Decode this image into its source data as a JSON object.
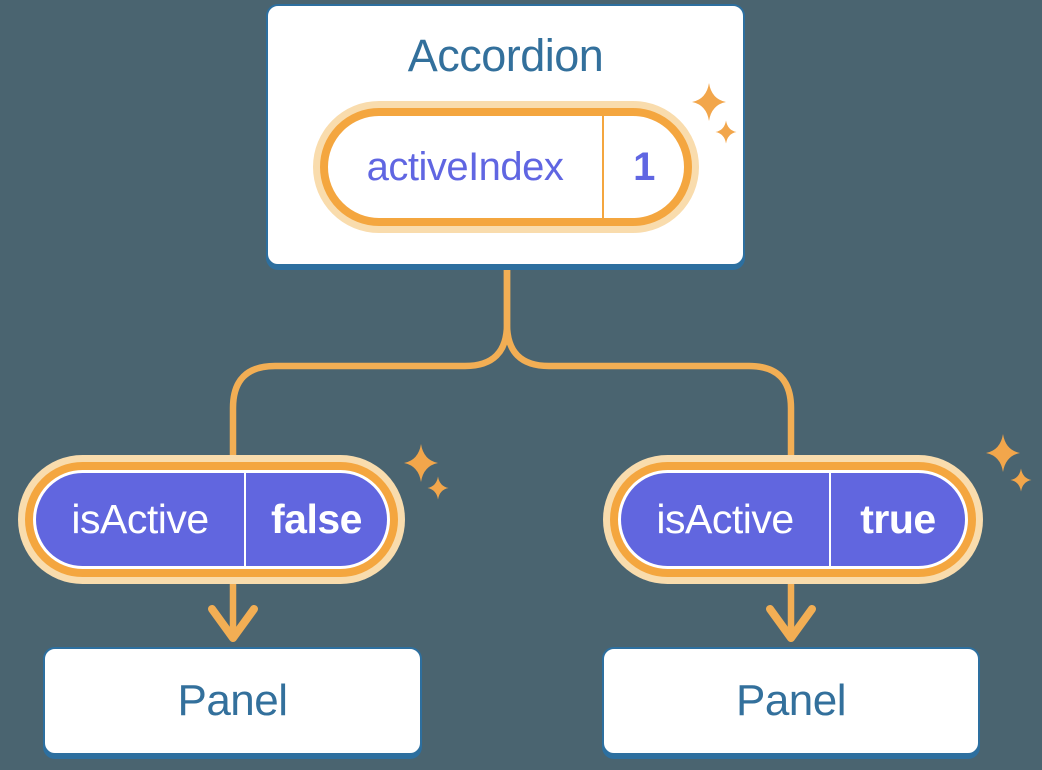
{
  "background": "#4A6470",
  "colors": {
    "canvas_bg": "#4A6470",
    "card_bg": "#FFFFFF",
    "card_border": "#2D6F9F",
    "heading_text": "#33709C",
    "pill_ring": "#F4A63F",
    "pill_halo": "#F9DCAD",
    "connector": "#F2AE54",
    "sparkle": "#F2A64B",
    "state_fill": "#6166DF",
    "state_text": "#6066E2",
    "pill_text_light": "#FFFFFF"
  },
  "diagram": {
    "root": {
      "title": "Accordion",
      "state": {
        "name": "activeIndex",
        "value": "1"
      }
    },
    "children": [
      {
        "state": {
          "name": "isActive",
          "value": "false"
        },
        "label": "Panel"
      },
      {
        "state": {
          "name": "isActive",
          "value": "true"
        },
        "label": "Panel"
      }
    ]
  }
}
